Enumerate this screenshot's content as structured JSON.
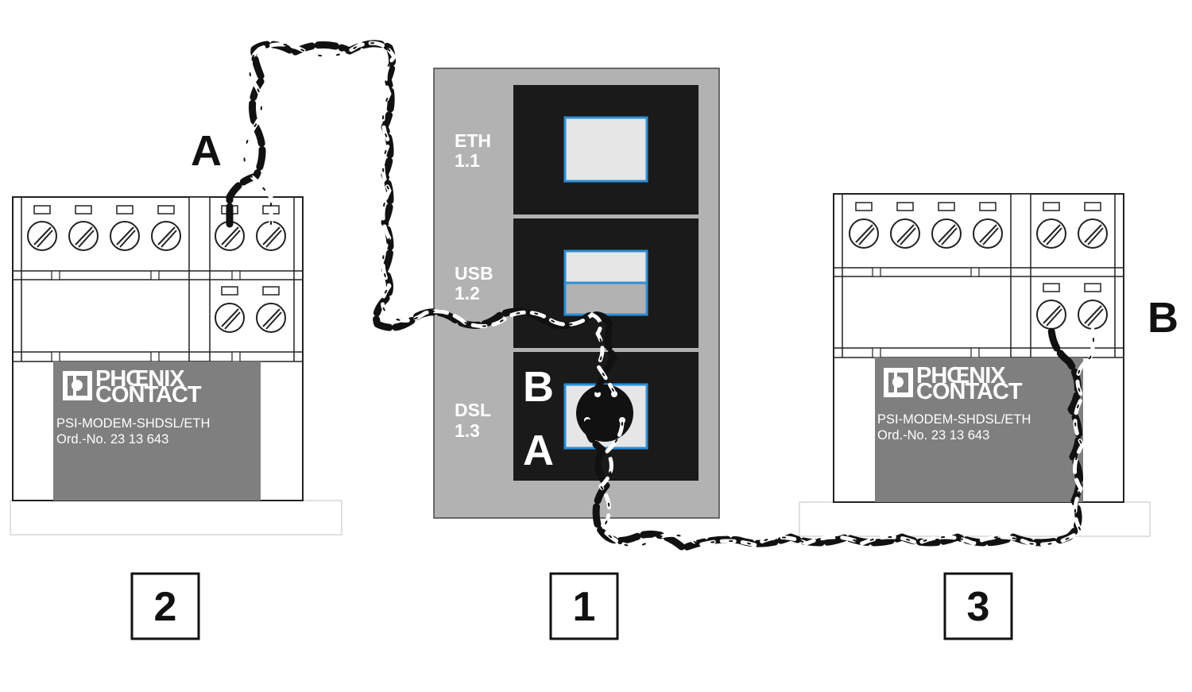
{
  "modem": {
    "ports": [
      {
        "line1": "ETH",
        "line2": "1.1"
      },
      {
        "line1": "USB",
        "line2": "1.2"
      },
      {
        "line1": "DSL",
        "line2": "1.3"
      }
    ],
    "dsl_pin_b": "B",
    "dsl_pin_a": "A"
  },
  "left_device": {
    "brand_line1": "PHŒNIX",
    "brand_line2": "CONTACT",
    "model": "PSI-MODEM-SHDSL/ETH",
    "order": "Ord.-No. 23  13  643",
    "terminal_label": "A"
  },
  "right_device": {
    "brand_line1": "PHŒNIX",
    "brand_line2": "CONTACT",
    "model": "PSI-MODEM-SHDSL/ETH",
    "order": "Ord.-No. 23  13  643",
    "terminal_label": "B"
  },
  "numbers": {
    "left": "2",
    "center": "1",
    "right": "3"
  }
}
